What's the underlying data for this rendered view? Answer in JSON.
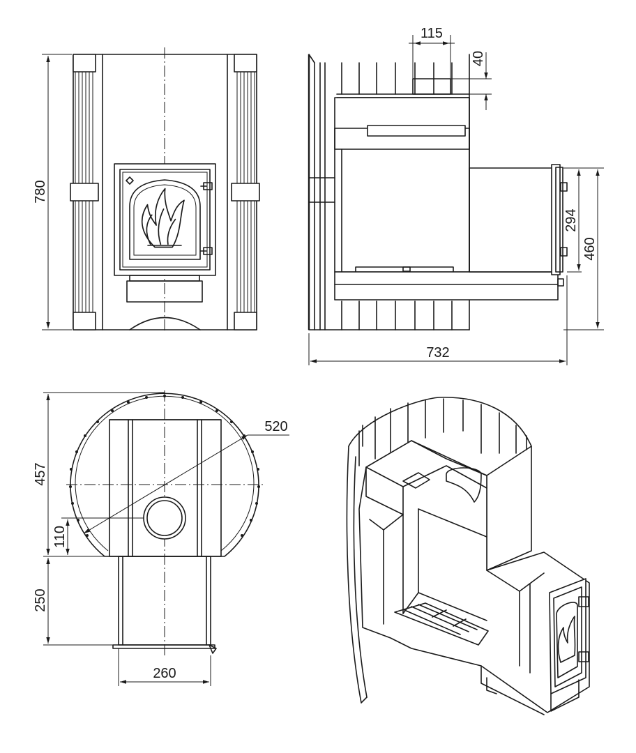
{
  "dimensions": {
    "front_height": "780",
    "side_chimney_width": "115",
    "side_chimney_offset": "40",
    "side_tunnel_inner": "294",
    "side_tunnel_outer": "460",
    "side_total_depth": "732",
    "top_diameter": "520",
    "top_depth": "457",
    "top_chimney_offset": "110",
    "top_tunnel_length": "250",
    "top_tunnel_width": "260"
  },
  "colors": {
    "line": "#1a1a1a",
    "background": "#ffffff"
  },
  "icons": {
    "door_emblem": "flame-icon",
    "door_badge": "diamond-badge-icon"
  }
}
